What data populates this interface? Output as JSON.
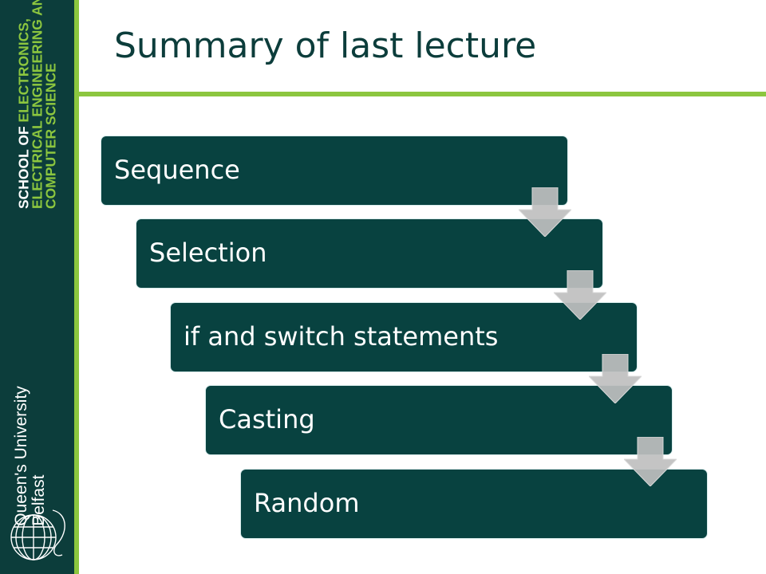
{
  "sidebar": {
    "school_line_1_prefix": "SCHOOL OF ",
    "school_line_1_highlight": "ELECTRONICS,",
    "school_line_2": "ELECTRICAL ENGINEERING AND",
    "school_line_3": "COMPUTER SCIENCE",
    "university_name": "Queen's University",
    "university_city": "Belfast"
  },
  "slide": {
    "title": "Summary of last lecture"
  },
  "steps": [
    {
      "label": "Sequence"
    },
    {
      "label": "Selection"
    },
    {
      "label": "if  and switch statements"
    },
    {
      "label": "Casting"
    },
    {
      "label": "Random"
    }
  ],
  "colors": {
    "dark_teal": "#0c3d3b",
    "step_fill": "#084240",
    "accent_green": "#8cc63f",
    "arrow_grey": "#bfbfbf"
  }
}
